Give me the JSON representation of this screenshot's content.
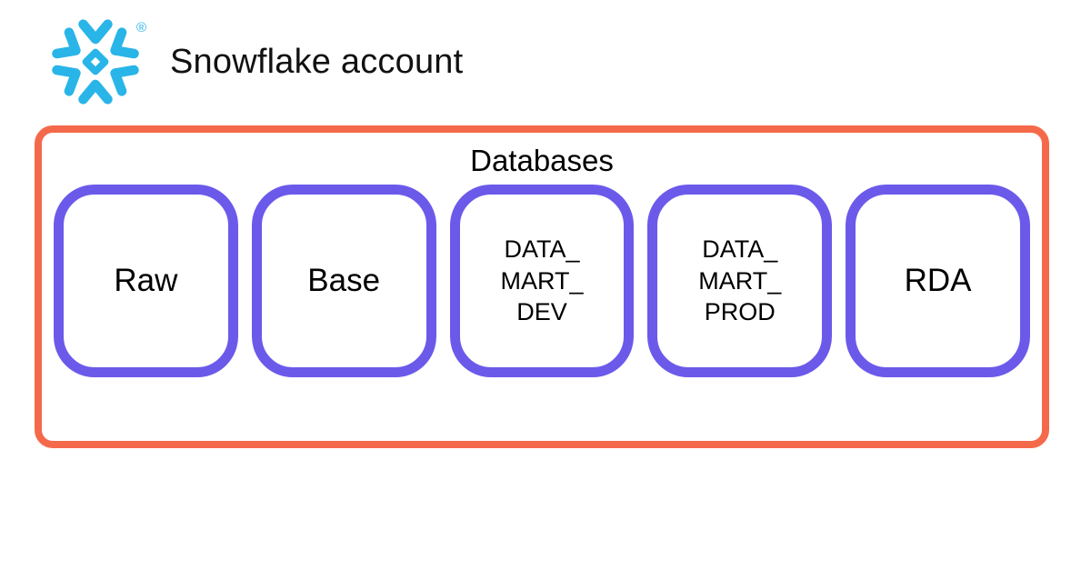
{
  "header": {
    "title": "Snowflake account",
    "registered_mark": "®",
    "logo_icon": "snowflake-icon"
  },
  "diagram": {
    "group_title": "Databases",
    "databases": [
      {
        "name": "Raw",
        "lines": [
          "Raw"
        ]
      },
      {
        "name": "Base",
        "lines": [
          "Base"
        ]
      },
      {
        "name": "DATA_MART_DEV",
        "lines": [
          "DATA_",
          "MART_",
          "DEV"
        ]
      },
      {
        "name": "DATA_MART_PROD",
        "lines": [
          "DATA_",
          "MART_",
          "PROD"
        ]
      },
      {
        "name": "RDA",
        "lines": [
          "RDA"
        ]
      }
    ]
  },
  "colors": {
    "snowflake-blue": "#29B5E8",
    "group-border-orange": "#F5694B",
    "database-border-purple": "#6B5AEA",
    "text": "#111111",
    "background": "#FFFFFF"
  }
}
